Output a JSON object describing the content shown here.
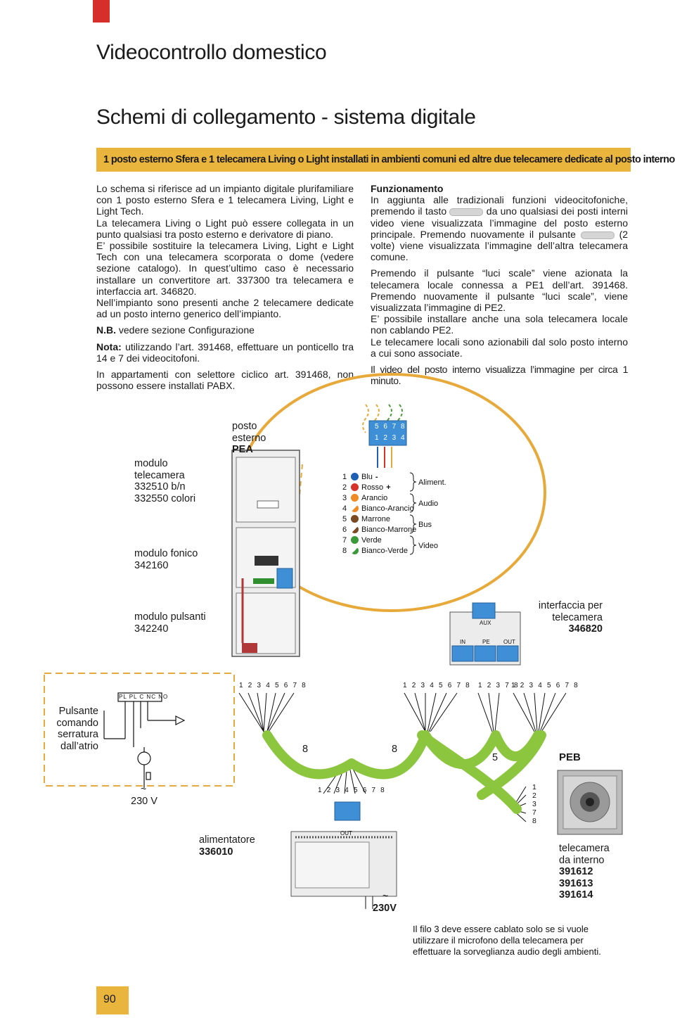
{
  "header": {
    "title": "Videocontrollo domestico",
    "subtitle": "Schemi di collegamento - sistema digitale",
    "banner": "1 posto esterno Sfera e 1 telecamera Living o Light installati in ambienti comuni ed altre due telecamere dedicate al posto interno"
  },
  "left_col": {
    "p1": "Lo schema si riferisce ad un impianto digitale plurifamiliare con 1 posto esterno Sfera e 1 telecamera Living, Light e Light Tech.",
    "p2": "La telecamera Living o Light può essere collegata in un punto qualsiasi tra posto esterno e derivatore di piano.",
    "p3": "E’ possibile sostituire la telecamera Living, Light e Light Tech con una telecamera scorporata o dome (vedere sezione catalogo). In quest’ultimo caso è necessario installare un convertitore art. 337300 tra telecamera e interfaccia art. 346820.",
    "p4": "Nell’impianto sono presenti anche 2 telecamere dedicate ad un posto interno generico dell’impianto.",
    "nb_label": "N.B.",
    "nb_text": " vedere sezione Configurazione",
    "nota_label": "Nota:",
    "nota_text": " utilizzando l’art. 391468, effettuare un ponticello tra 14 e 7 dei videocitofoni.",
    "p5": "In appartamenti con selettore ciclico art. 391468, non possono essere installati PABX."
  },
  "right_col": {
    "heading": "Funzionamento",
    "p1a": "In aggiunta alle tradizionali funzioni videocitofoniche, premendo il tasto",
    "p1b": "da uno qualsiasi dei posti interni video viene visualizzata l’immagine del posto esterno principale. Premendo nuovamente il pulsante",
    "p1c": "(2 volte) viene visualizzata l’immagine dell’altra telecamera comune.",
    "p2": "Premendo il pulsante “luci scale” viene azionata la telecamera locale connessa a PE1 dell’art. 391468. Premendo nuovamente il pulsante “luci scale”, viene visualizzata l’immagine di PE2.",
    "p3": "E’ possibile installare anche una sola telecamera locale non cablando PE2.",
    "p4": "Le telecamere locali sono azionabili dal solo posto interno a cui sono associate.",
    "p5": "Il video del posto interno visualizza l’immagine per circa 1 minuto."
  },
  "diagram": {
    "pea": {
      "l1": "posto",
      "l2": "esterno",
      "l3": "PEA"
    },
    "module_cam": {
      "l1": "modulo",
      "l2": "telecamera",
      "l3": "332510 b/n",
      "l4": "332550 colori"
    },
    "module_phone": {
      "l1": "modulo fonico",
      "l2": "342160"
    },
    "module_buttons": {
      "l1": "modulo pulsanti",
      "l2": "342240"
    },
    "interface": {
      "l1": "interfaccia per",
      "l2": "telecamera",
      "l3": "346820"
    },
    "interface_labels": {
      "aux": "AUX",
      "in": "IN",
      "pe": "PE",
      "out": "OUT"
    },
    "wires": [
      {
        "n": "1",
        "name": "Blu",
        "sign": "-",
        "color": "#1f5fb5"
      },
      {
        "n": "2",
        "name": "Rosso",
        "sign": "+",
        "color": "#d8332b"
      },
      {
        "n": "3",
        "name": "Arancio",
        "sign": "",
        "color": "#ef8a24"
      },
      {
        "n": "4",
        "name": "Bianco-Arancio",
        "sign": "",
        "color": "#ef8a24"
      },
      {
        "n": "5",
        "name": "Marrone",
        "sign": "",
        "color": "#7a4a22"
      },
      {
        "n": "6",
        "name": "Bianco-Marrone",
        "sign": "",
        "color": "#7a4a22"
      },
      {
        "n": "7",
        "name": "Verde",
        "sign": "",
        "color": "#3a9a3a"
      },
      {
        "n": "8",
        "name": "Bianco-Verde",
        "sign": "",
        "color": "#3a9a3a"
      }
    ],
    "groups": [
      "Aliment.",
      "Audio",
      "Bus",
      "Video"
    ],
    "connector_top": "5 6 7 8",
    "connector_bottom": "1 2 3 4",
    "term_8": "1 2 3 4 5 6 7 8",
    "term_5": "1 2 3 7 8",
    "cable_counts": [
      "8",
      "8",
      "5"
    ],
    "switch_panel": {
      "l1": "Pulsante",
      "l2": "comando",
      "l3": "serratura",
      "l4": "dall’atrio"
    },
    "switch_terminals": "PL PL C NC NO",
    "mains": "230 V",
    "tilde": "~",
    "psu": {
      "l1": "alimentatore",
      "l2": "336010",
      "out": "OUT"
    },
    "psu_mains": "230V",
    "peb": "PEB",
    "cam_wires": [
      "1",
      "2",
      "3",
      "7",
      "8"
    ],
    "cam_internal": {
      "l1": "telecamera",
      "l2": "da interno",
      "l3": "391612",
      "l4": "391613",
      "l5": "391614"
    },
    "footnote": "Il filo 3 deve essere cablato solo se si vuole utilizzare il microfono della telecamera per effettuare la sorveglianza audio degli ambienti."
  },
  "page_number": "90",
  "colors": {
    "accent": "#e9b53c",
    "tab": "#d62f2b",
    "cable": "#8cc63f",
    "dashed": "#e7a93a",
    "connector": "#3f8fd6"
  }
}
